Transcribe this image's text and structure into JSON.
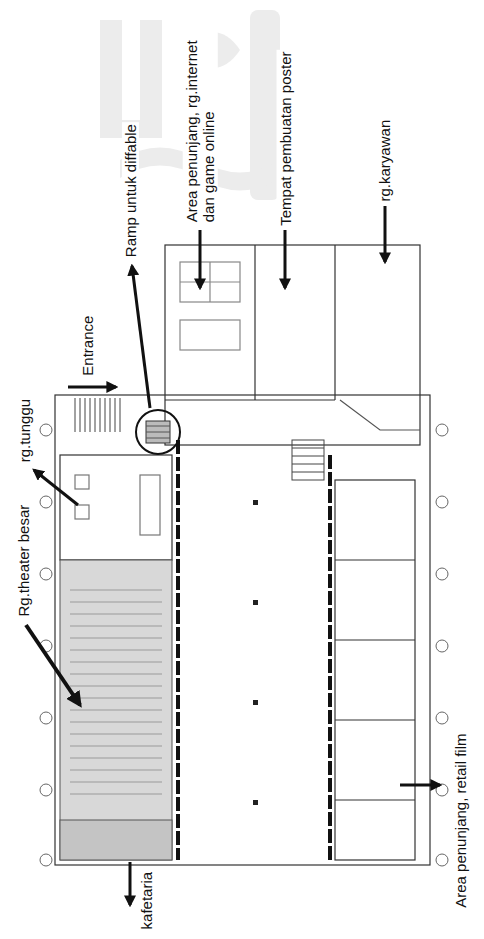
{
  "diagram": {
    "labels": [
      "Area penunjang, rg.internet dan game online",
      "Tempat pembuatan poster",
      "rg.karyawan",
      "Ramp untuk diffable",
      "Entrance",
      "rg.tunggu",
      "Rg.theater besar",
      "kafetaria",
      "Area penunjang, retail film"
    ]
  }
}
